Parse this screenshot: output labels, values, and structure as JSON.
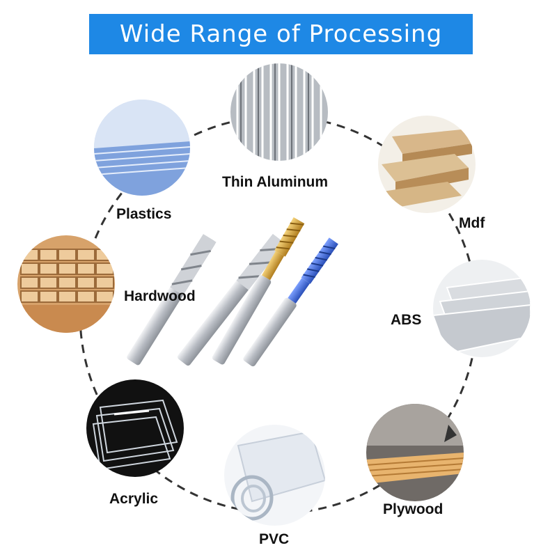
{
  "banner": {
    "title": "Wide Range of Processing",
    "color": "#1e88e5"
  },
  "materials": [
    {
      "id": "thin-aluminum",
      "label": "Thin Aluminum",
      "icon": "aluminum-sheets-icon"
    },
    {
      "id": "plastics",
      "label": "Plastics",
      "icon": "plastic-sheets-icon"
    },
    {
      "id": "mdf",
      "label": "Mdf",
      "icon": "mdf-boards-icon"
    },
    {
      "id": "hardwood",
      "label": "Hardwood",
      "icon": "hardwood-stack-icon"
    },
    {
      "id": "abs",
      "label": "ABS",
      "icon": "abs-sheets-icon"
    },
    {
      "id": "acrylic",
      "label": "Acrylic",
      "icon": "acrylic-sheets-icon"
    },
    {
      "id": "plywood",
      "label": "Plywood",
      "icon": "plywood-icon"
    },
    {
      "id": "pvc",
      "label": "PVC",
      "icon": "pvc-roll-icon"
    }
  ],
  "center_image": {
    "icon": "end-mill-bits-icon"
  },
  "colors": {
    "dashed_ring": "#333333",
    "blue_bit": "#3f6fd6",
    "gold_bit": "#d4a23a",
    "silver": "#c9ccd1"
  }
}
